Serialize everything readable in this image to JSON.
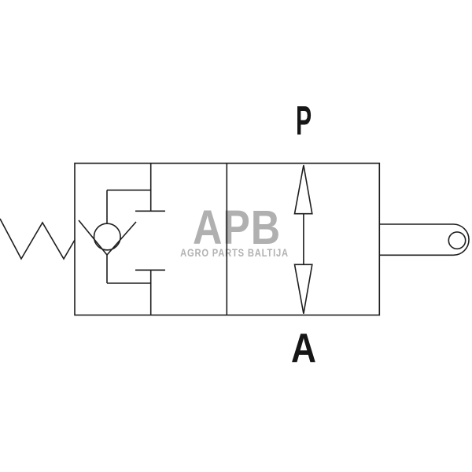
{
  "diagram": {
    "title": "hydraulic pilot-operated check valve schematic",
    "port_labels": {
      "top": "P",
      "bottom": "A"
    },
    "watermark": {
      "logo": "APB",
      "subtitle": "AGRO PARTS BALTIJA"
    },
    "components": {
      "spring": "spring-icon",
      "check_valve": "check-valve-ball-seat-icon",
      "plunger": "mechanical-plunger-connector",
      "flow_arrow": "double-headed-flow-arrow",
      "lever": "release-lever-handle"
    },
    "colors": {
      "line": "#1e1e1e",
      "label": "#161616",
      "watermark_logo": "#b1b0b0",
      "watermark_text": "#b3b2b2",
      "background": "#ffffff"
    }
  }
}
